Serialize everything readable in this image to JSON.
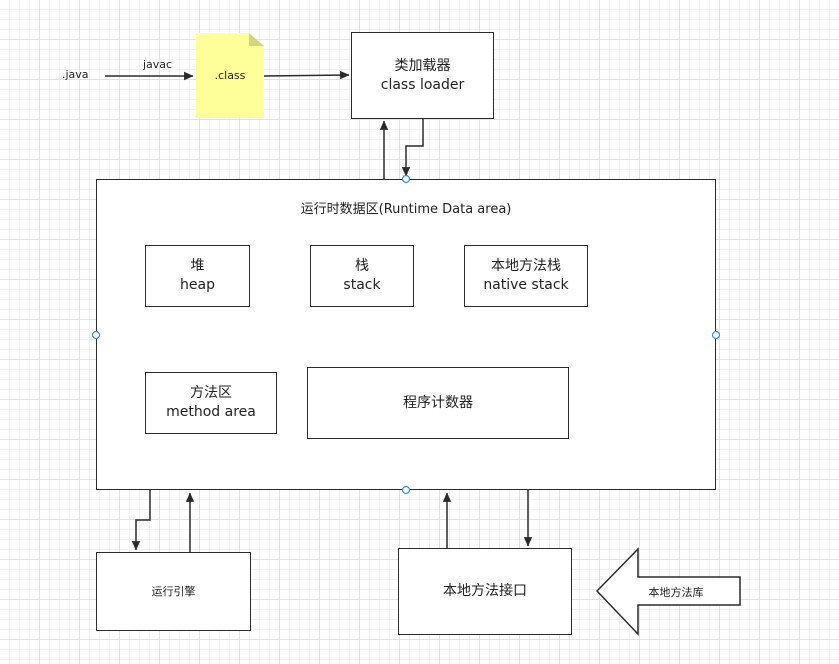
{
  "source": {
    "java_label": ".java",
    "javac_label": "javac",
    "class_file_label": ".class"
  },
  "class_loader": {
    "line1": "类加载器",
    "line2": "class loader"
  },
  "runtime_area": {
    "title": "运行时数据区(Runtime Data area)",
    "heap": {
      "line1": "堆",
      "line2": "heap"
    },
    "stack": {
      "line1": "栈",
      "line2": "stack"
    },
    "native_stack": {
      "line1": "本地方法栈",
      "line2": "native stack"
    },
    "method_area": {
      "line1": "方法区",
      "line2": "method area"
    },
    "pc_register": {
      "label": "程序计数器"
    }
  },
  "execution_engine": {
    "label": "运行引擎"
  },
  "native_interface": {
    "label": "本地方法接口"
  },
  "native_library": {
    "label": "本地方法库"
  },
  "colors": {
    "note_fill": "#ffff99",
    "stroke": "#2b2b2b",
    "handle": "#3a8fd6"
  }
}
